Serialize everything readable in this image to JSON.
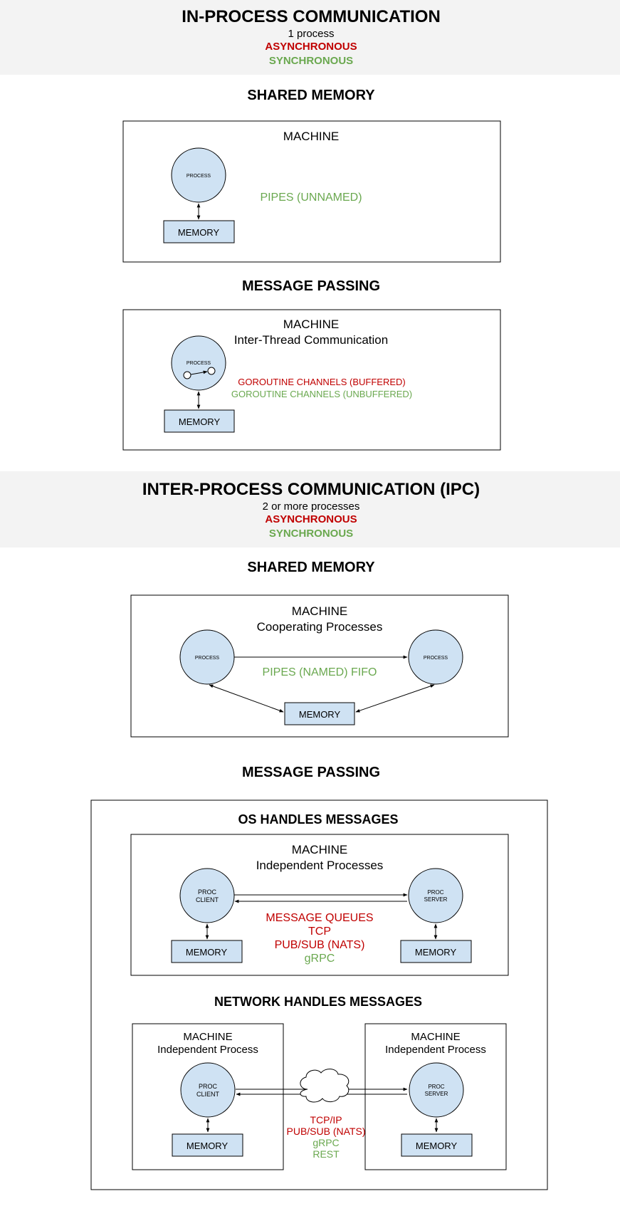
{
  "colors": {
    "async": "#c00000",
    "sync": "#6aa84f",
    "process_fill": "#cfe2f3",
    "band": "#f3f3f3"
  },
  "in_process": {
    "title": "IN-PROCESS COMMUNICATION",
    "subtitle": "1 process",
    "async_label": "ASYNCHRONOUS",
    "sync_label": "SYNCHRONOUS",
    "shared_memory": {
      "heading": "SHARED MEMORY",
      "machine": "MACHINE",
      "process": "PROCESS",
      "memory": "MEMORY",
      "mechanism": "PIPES (UNNAMED)"
    },
    "message_passing": {
      "heading": "MESSAGE PASSING",
      "machine": "MACHINE",
      "machine_sub": "Inter-Thread Communication",
      "process": "PROCESS",
      "memory": "MEMORY",
      "mechanism_async": "GOROUTINE CHANNELS (BUFFERED)",
      "mechanism_sync": "GOROUTINE CHANNELS (UNBUFFERED)"
    }
  },
  "inter_process": {
    "title": "INTER-PROCESS COMMUNICATION (IPC)",
    "subtitle": "2 or more processes",
    "async_label": "ASYNCHRONOUS",
    "sync_label": "SYNCHRONOUS",
    "shared_memory": {
      "heading": "SHARED MEMORY",
      "machine": "MACHINE",
      "machine_sub": "Cooperating Processes",
      "process_left": "PROCESS",
      "process_right": "PROCESS",
      "memory": "MEMORY",
      "mechanism": "PIPES (NAMED) FIFO"
    },
    "message_passing": {
      "heading": "MESSAGE PASSING",
      "os": {
        "heading": "OS HANDLES MESSAGES",
        "machine": "MACHINE",
        "machine_sub": "Independent Processes",
        "client_l1": "PROC",
        "client_l2": "CLIENT",
        "server_l1": "PROC",
        "server_l2": "SERVER",
        "memory_left": "MEMORY",
        "memory_right": "MEMORY",
        "mech_1": "MESSAGE QUEUES",
        "mech_2": "TCP",
        "mech_3": "PUB/SUB (NATS)",
        "mech_4": "gRPC"
      },
      "network": {
        "heading": "NETWORK HANDLES MESSAGES",
        "left_machine": "MACHINE",
        "left_machine_sub": "Independent Process",
        "right_machine": "MACHINE",
        "right_machine_sub": "Independent Process",
        "client_l1": "PROC",
        "client_l2": "CLIENT",
        "server_l1": "PROC",
        "server_l2": "SERVER",
        "memory_left": "MEMORY",
        "memory_right": "MEMORY",
        "mech_1": "TCP/IP",
        "mech_2": "PUB/SUB (NATS)",
        "mech_3": "gRPC",
        "mech_4": "REST"
      }
    }
  }
}
